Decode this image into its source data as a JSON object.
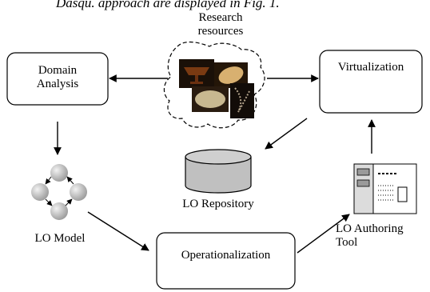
{
  "caption": "Dasqu. approach are displayed in Fig. 1.",
  "nodes": {
    "research_resources": "Research\nresources",
    "domain_analysis": "Domain\nAnalysis",
    "virtualization": "Virtualization",
    "lo_repository": "LO Repository",
    "lo_model": "LO Model",
    "operationalization": "Operationalization",
    "lo_authoring_tool": "LO Authoring\nTool"
  },
  "colors": {
    "line": "#000000",
    "cylinder_fill": "#c0c0c0",
    "sphere_fill": "#bdbdbd",
    "tool_fill": "#a9a9a9"
  }
}
